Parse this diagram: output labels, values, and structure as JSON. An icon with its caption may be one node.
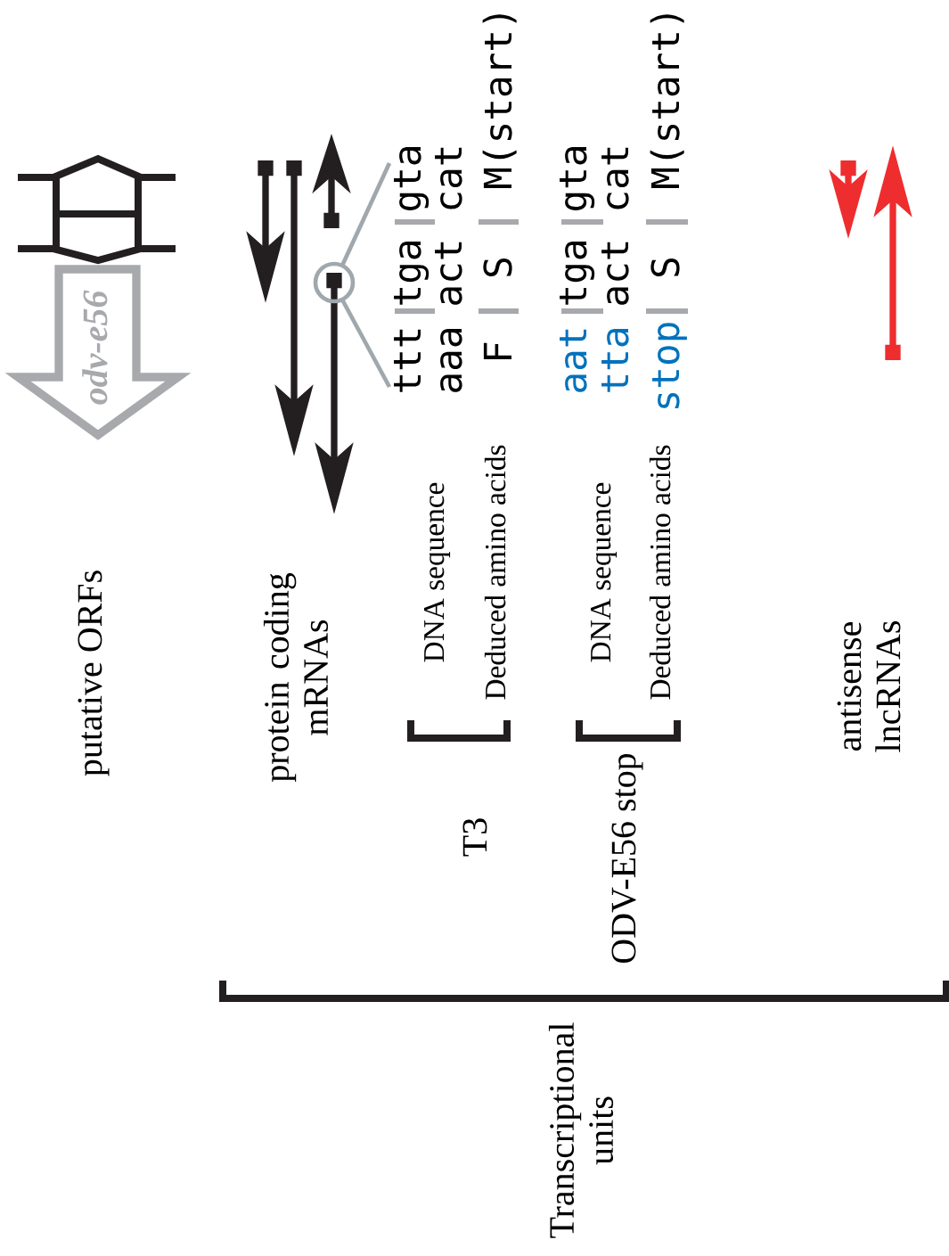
{
  "diagram": {
    "nodes": [
      {
        "text": [
          "odv-e56"
        ]
      }
    ],
    "labels": [
      "putative ORFs",
      "protein coding mRNAs",
      "T3",
      "DNA sequence",
      "Deduced amino acids",
      "ODV-E56 stop",
      "DNA sequence",
      "Deduced amino acids",
      "antisense lncRNAs",
      "Transcriptional units",
      "ttt",
      "tga",
      "gta",
      "aaa",
      "act",
      "cat",
      "F",
      "S",
      "M(start)",
      "aat",
      "tga",
      "gta",
      "tta",
      "act",
      "cat",
      "stop",
      "S",
      "M(start)"
    ]
  }
}
